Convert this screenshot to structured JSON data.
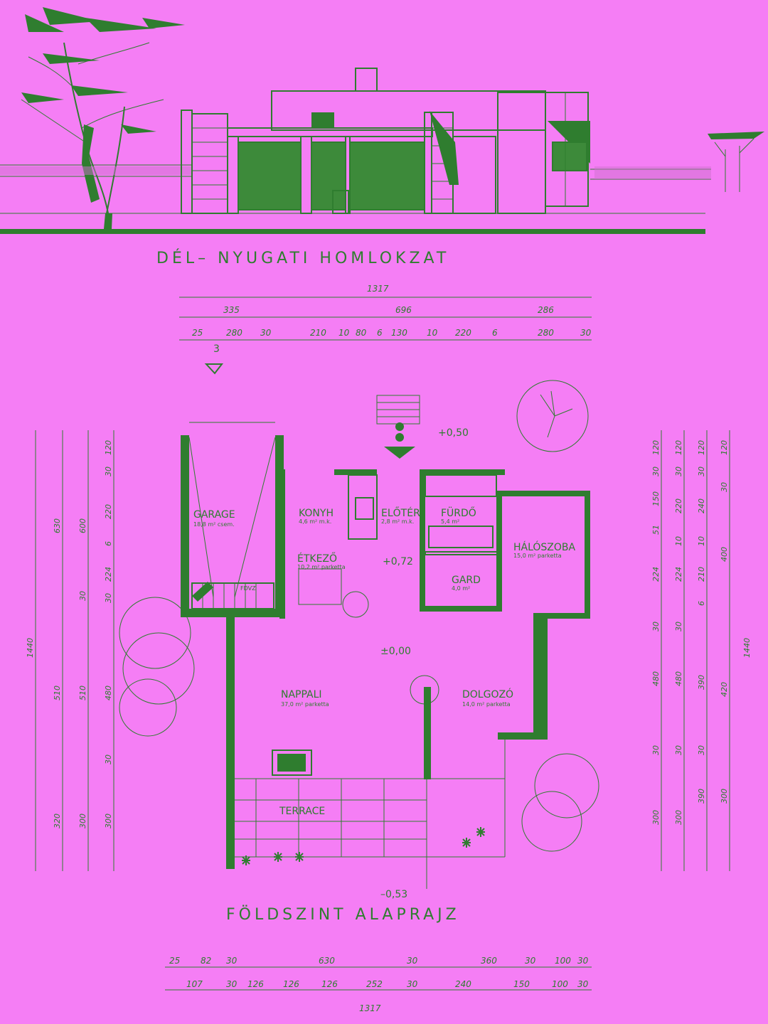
{
  "titles": {
    "elevation": "DÉL– NYUGATI HOMLOKZAT",
    "plan": "FÖLDSZINT ALAPRAJZ"
  },
  "rooms": [
    {
      "key": "garage",
      "name": "GARAGE",
      "area": "18,8 m² csem."
    },
    {
      "key": "konyha",
      "name": "KONYH",
      "area": "4,6 m² m.k."
    },
    {
      "key": "eloter",
      "name": "ELŐTÉR",
      "area": "2,8 m² m.k."
    },
    {
      "key": "furdo",
      "name": "FÜRDŐ",
      "area": "5,4 m²"
    },
    {
      "key": "haloszoba",
      "name": "HÁLÓSZOBA",
      "area": "15,0 m² parketta"
    },
    {
      "key": "etkezo",
      "name": "ÉTKEZŐ",
      "area": "10,2 m² parketta"
    },
    {
      "key": "gard",
      "name": "GARD",
      "area": "4,0 m²"
    },
    {
      "key": "nappali",
      "name": "NAPPALI",
      "area": "37,0 m² parketta"
    },
    {
      "key": "dolgozo",
      "name": "DOLGOZÓ",
      "area": "14,0 m² parketta"
    },
    {
      "key": "terrace",
      "name": "TERRACE",
      "area": ""
    }
  ],
  "labels": {
    "fdvz": "FDVZ",
    "north": "3"
  },
  "levels": {
    "entrance": "+0,50",
    "dining": "+0,72",
    "living": "±0,00",
    "garden": "–0,53"
  },
  "dims_top": {
    "total": "1317",
    "groups": [
      "335",
      "696",
      "286"
    ],
    "segments": [
      "25",
      "280",
      "30",
      "210",
      "10",
      "80",
      "6",
      "130",
      "10",
      "220",
      "6",
      "280",
      "30"
    ]
  },
  "dims_bottom": {
    "total": "1317",
    "row1": [
      "25",
      "82",
      "30",
      "630",
      "30",
      "360",
      "30",
      "100",
      "30"
    ],
    "row2": [
      "107",
      "30",
      "126",
      "126",
      "126",
      "252",
      "30",
      "240",
      "150",
      "100",
      "30"
    ]
  },
  "dims_left": {
    "total": "1440",
    "outer": [
      "630",
      "510",
      "320"
    ],
    "mid": [
      "600",
      "30",
      "510",
      "300"
    ],
    "inner": [
      "120",
      "30",
      "220",
      "6",
      "224",
      "30",
      "480",
      "30",
      "300"
    ]
  },
  "dims_right": {
    "total": "1440",
    "col1": [
      "120",
      "30",
      "150",
      "51",
      "224",
      "30",
      "480",
      "30",
      "300"
    ],
    "col2": [
      "120",
      "30",
      "220",
      "10",
      "224",
      "30",
      "480",
      "30",
      "300"
    ],
    "col3": [
      "120",
      "30",
      "240",
      "10",
      "210",
      "6",
      "390",
      "30",
      "390"
    ],
    "col4": [
      "120",
      "30",
      "400",
      "420",
      "300"
    ]
  },
  "colors": {
    "background": "#f57ef5",
    "ink": "#2f7d2f"
  }
}
